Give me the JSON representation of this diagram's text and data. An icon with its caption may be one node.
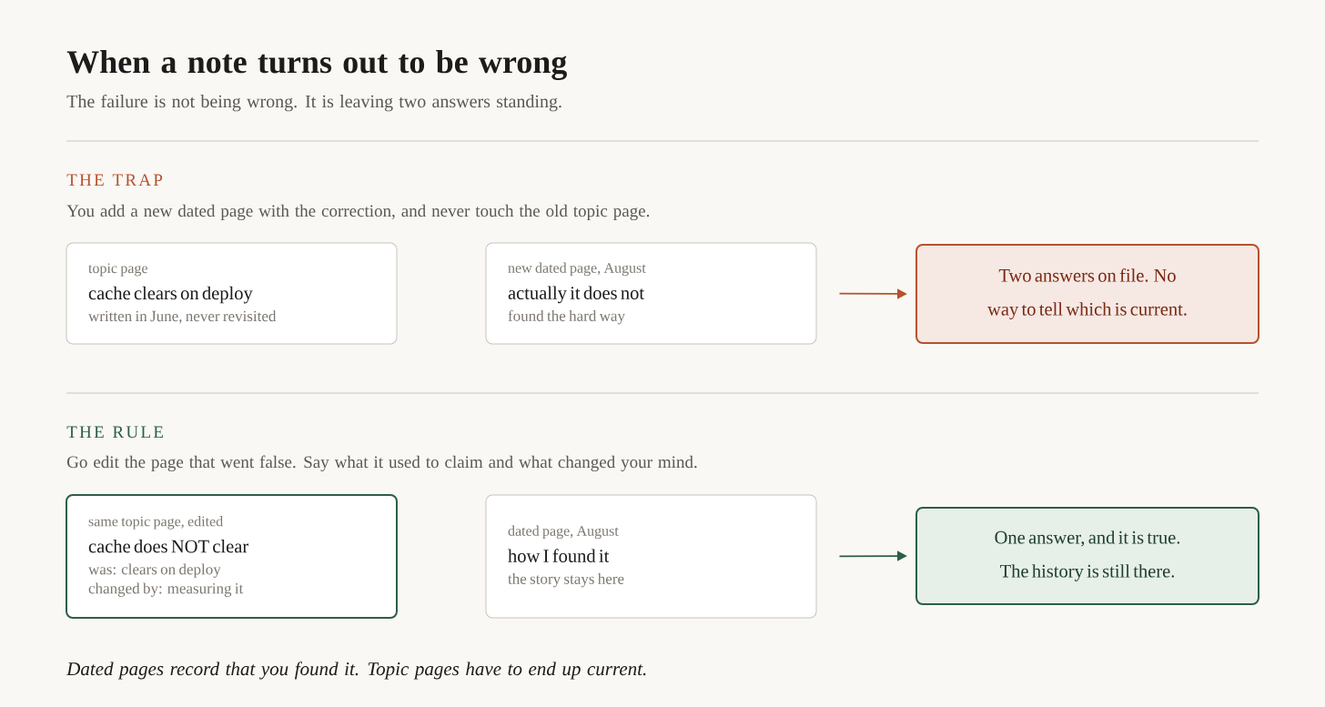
{
  "diagram": {
    "title": "When a note turns out to be wrong",
    "caption": "Dated pages record that you found it. Topic pages have to end up current.",
    "nodes": [
      {
        "text": [
          "topic page",
          "cache clears on deploy",
          "written in June, never revisited"
        ]
      },
      {
        "text": [
          "new dated page, August",
          "actually it does not",
          "found the hard way"
        ]
      },
      {
        "text": [
          "Two answers on file. No way to tell which is current."
        ]
      },
      {
        "text": [
          "same topic page, edited",
          "cache does NOT clear",
          "was: clears on deploy",
          "changed by: measuring it"
        ]
      },
      {
        "text": [
          "dated page, August",
          "how I found it",
          "the story stays here"
        ]
      },
      {
        "text": [
          "One answer, and it is true. The history is still there."
        ]
      }
    ],
    "edges": [
      {
        "from": 1,
        "to": 2,
        "arrow": "to",
        "color": "#b5522b"
      },
      {
        "from": 4,
        "to": 5,
        "arrow": "to",
        "color": "#2e5e45"
      }
    ],
    "labels": [
      "The failure is not being wrong. It is leaving two answers standing.",
      "THE TRAP",
      "You add a new dated page with the correction, and never touch the old topic page.",
      "THE RULE",
      "Go edit the page that went false. Say what it used to claim and what changed your mind."
    ]
  }
}
